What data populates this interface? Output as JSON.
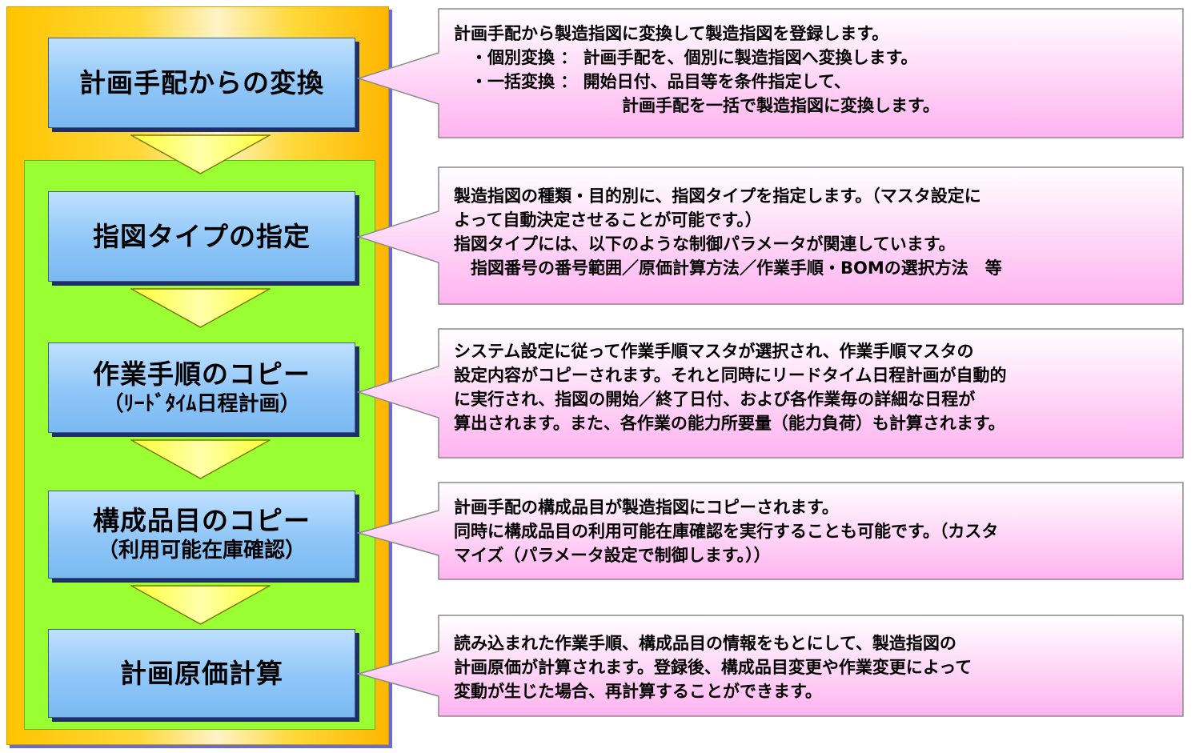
{
  "colors": {
    "outer_panel": "#ffc400",
    "inner_panel": "#99ff33",
    "step_box": "#8fc6f8",
    "callout_fill_top": "#ffffff",
    "callout_fill_bottom": "#ffb3f0",
    "arrow_fill": "#ffff66"
  },
  "steps": [
    {
      "title": "計画手配からの変換",
      "subtitle": ""
    },
    {
      "title": "指図タイプの指定",
      "subtitle": ""
    },
    {
      "title": "作業手順のコピー",
      "subtitle": "（ﾘｰﾄﾞﾀｲﾑ日程計画）"
    },
    {
      "title": "構成品目のコピー",
      "subtitle": "（利用可能在庫確認）"
    },
    {
      "title": "計画原価計算",
      "subtitle": ""
    }
  ],
  "callouts": [
    {
      "lines": [
        "計画手配から製造指図に変換して製造指図を登録します。",
        "　・個別変換 ： 計画手配を、個別に製造指図へ変換します。",
        "　・一括変換 ： 開始日付、品目等を条件指定して、",
        "　　　　　　　　　　計画手配を一括で製造指図に変換します。"
      ]
    },
    {
      "lines": [
        "製造指図の種類・目的別に、指図タイプを指定します。（マスタ設定に",
        "よって自動決定させることが可能です。）",
        "指図タイプには、以下のような制御パラメータが関連しています。",
        "　指図番号の番号範囲／原価計算方法／作業手順・BOMの選択方法　等"
      ]
    },
    {
      "lines": [
        "システム設定に従って作業手順マスタが選択され、作業手順マスタの",
        "設定内容がコピーされます。それと同時にリードタイム日程計画が自動的",
        "に実行され、指図の開始／終了日付、および各作業毎の詳細な日程が",
        "算出されます。また、各作業の能力所要量（能力負荷）も計算されます。"
      ]
    },
    {
      "lines": [
        "計画手配の構成品目が製造指図にコピーされます。",
        "同時に構成品目の利用可能在庫確認を実行することも可能です。（カスタ",
        "マイズ（パラメータ設定で制御します。））"
      ]
    },
    {
      "lines": [
        "読み込まれた作業手順、構成品目の情報をもとにして、製造指図の",
        "計画原価が計算されます。登録後、構成品目変更や作業変更によって",
        "変動が生じた場合、再計算することができます。"
      ]
    }
  ]
}
